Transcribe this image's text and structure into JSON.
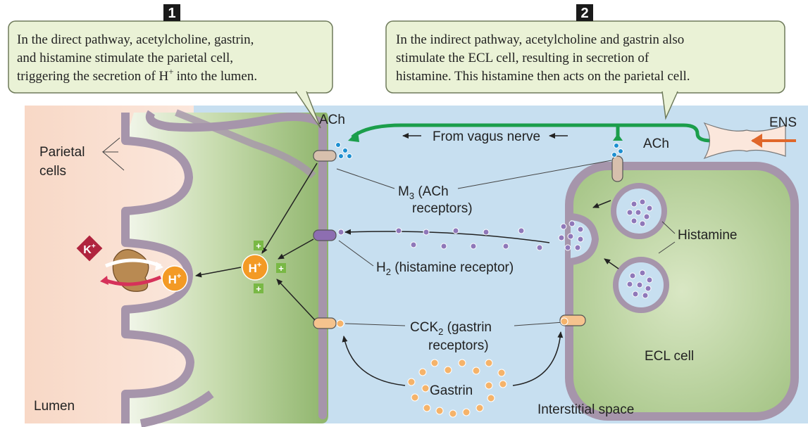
{
  "callout_1": {
    "number": "1",
    "lines": [
      "In the direct pathway, acetylcholine, gastrin,",
      "and histamine stimulate the parietal cell,",
      "triggering the secretion of H",
      "into the lumen."
    ],
    "superscript": "+"
  },
  "callout_2": {
    "number": "2",
    "lines": [
      "In the indirect pathway, acetylcholine and gastrin also",
      "stimulate the ECL cell, resulting in secretion of",
      "histamine. This histamine then acts on the parietal cell."
    ]
  },
  "labels": {
    "ach_top": "ACh",
    "ach_right": "ACh",
    "from_vagus": "From vagus nerve",
    "ens": "ENS",
    "parietal_line1": "Parietal",
    "parietal_line2": "cells",
    "m3_line1_a": "M",
    "m3_line1_sub": "3",
    "m3_line1_b": " (ACh",
    "m3_line2": "receptors)",
    "h2_a": "H",
    "h2_sub": "2",
    "h2_b": " (histamine receptor)",
    "cck_a": "CCK",
    "cck_sub": "2",
    "cck_b": " (gastrin",
    "cck_line2": "receptors)",
    "gastrin": "Gastrin",
    "histamine": "Histamine",
    "ecl_cell": "ECL cell",
    "lumen": "Lumen",
    "interstitial": "Interstitial space",
    "k_ion": "K",
    "h_ion": "H",
    "ion_charge": "+",
    "plus": "+"
  },
  "colors": {
    "callout_fill": "#eaf2d6",
    "callout_border": "#6e7a5a",
    "interstitial": "#c6dff0",
    "lumen": "#f9dccb",
    "membrane": "#a695ab",
    "cytoplasm": "#9bbf78",
    "nerve": "#1b9e4b",
    "ens_axon": "#e0672a",
    "h_ion": "#f39a25",
    "k_ion": "#b0243e",
    "gastrin": "#f5b36a",
    "histamine": "#8f78b9",
    "ach": "#1d8fd1",
    "plus_sign": "#79b845"
  }
}
